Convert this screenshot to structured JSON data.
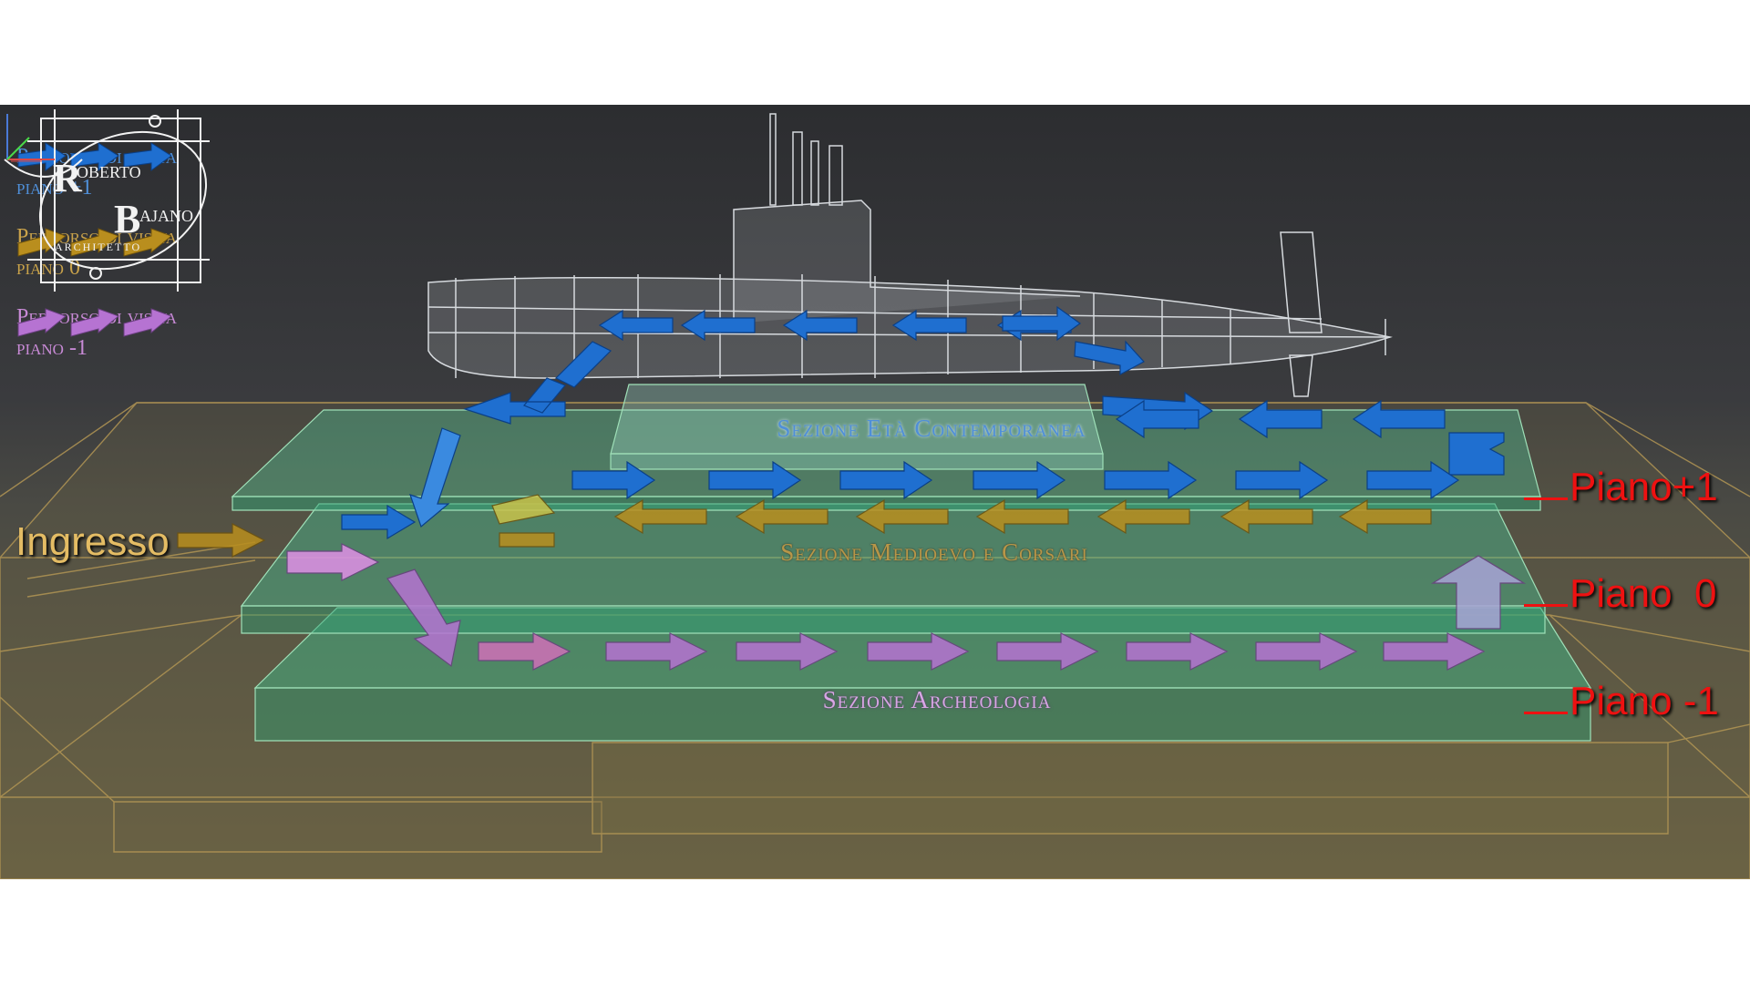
{
  "legend": [
    {
      "line1": "Percorso di visita",
      "line2": "piano +1",
      "color": "#4f8fd8",
      "arrow_color": "#1f6fd0"
    },
    {
      "line1": "Percorso di visita",
      "line2": "piano  0",
      "color": "#c9a24a",
      "arrow_color": "#b98e1e"
    },
    {
      "line1": "Percorso di visita",
      "line2": "piano -1",
      "color": "#c88ad6",
      "arrow_color": "#b673d2"
    }
  ],
  "entrance_label": "Ingresso",
  "sections": {
    "top": {
      "label": "Sezione Età Contemporanea",
      "color": "#4f8fd8"
    },
    "middle": {
      "label": "Sezione Medioevo e Corsari",
      "color": "#b89648"
    },
    "bottom": {
      "label": "Sezione Archeologia",
      "color": "#d9a5e6"
    }
  },
  "floors": [
    {
      "label": "Piano+1"
    },
    {
      "label": "Piano  0"
    },
    {
      "label": "Piano -1"
    }
  ],
  "logo": {
    "name": "Roberto Bajano",
    "subtitle": "Architetto"
  },
  "colors": {
    "floor_plate": "#4fd0a0",
    "shell_lines": "#b89a55",
    "label_red": "#ee1111"
  }
}
